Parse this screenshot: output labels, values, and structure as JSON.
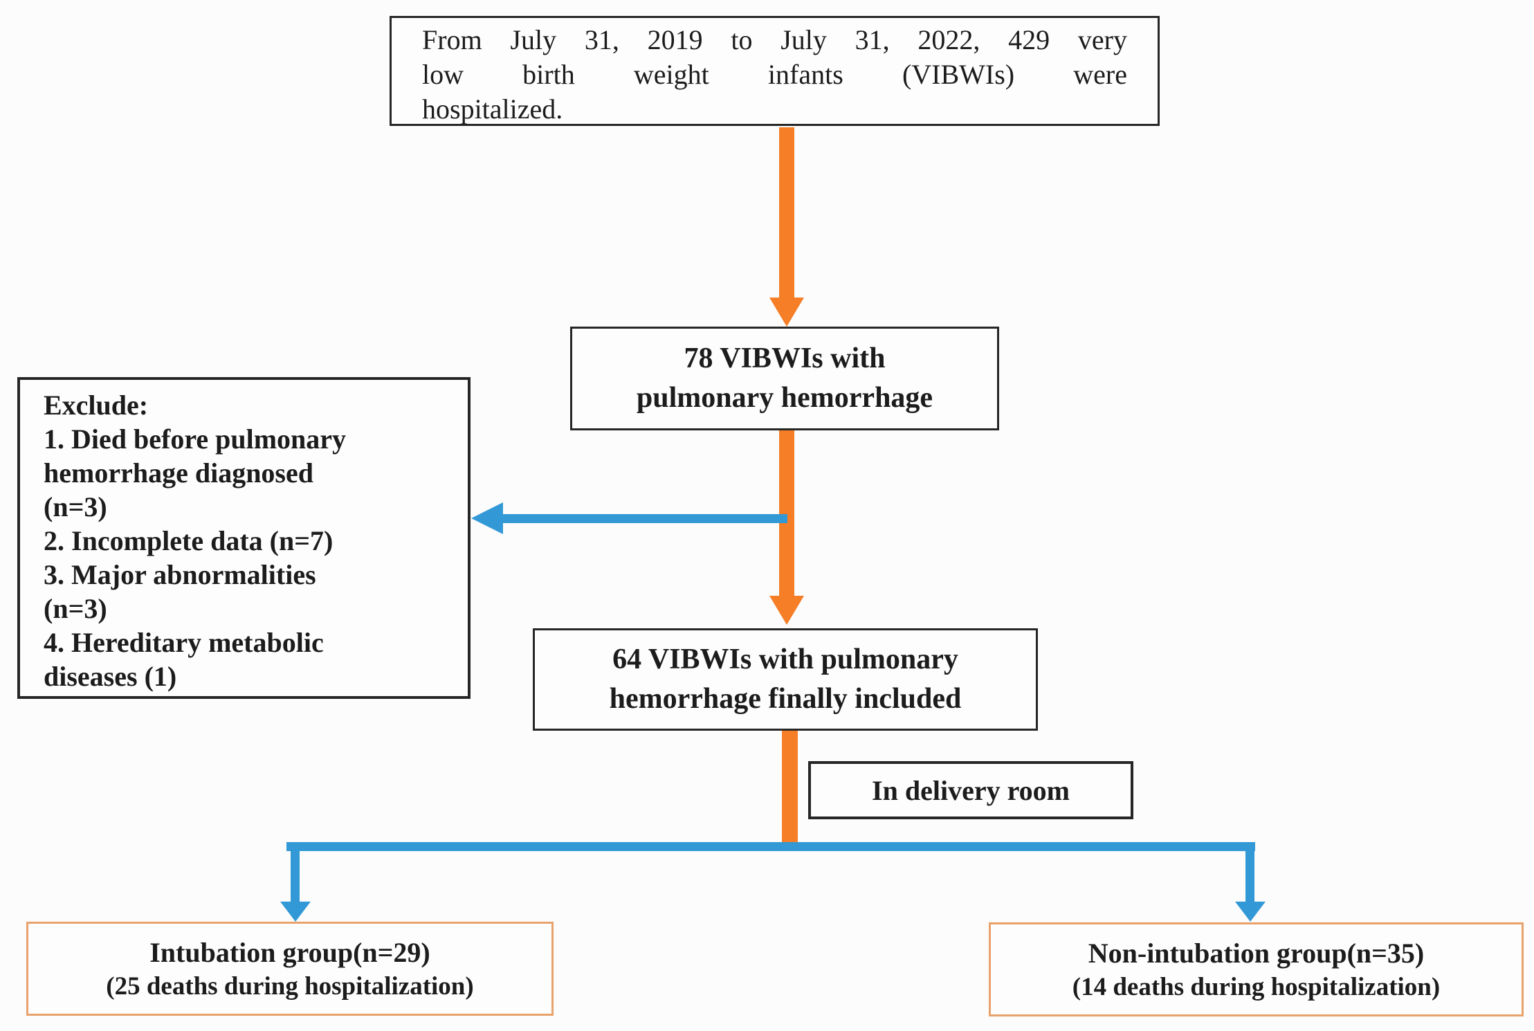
{
  "colors": {
    "arrow_orange": "#F57E27",
    "arrow_blue": "#3399D6",
    "box_border": "#262626",
    "group_box_border": "#E8A26B",
    "background": "#fcfcfc"
  },
  "nodes": {
    "enrollment": {
      "lines": [
        "From July 31, 2019 to July 31, 2022, 429 very",
        "low birth weight infants (VIBWIs) were",
        "hospitalized."
      ]
    },
    "ph78": {
      "lines": [
        "78 VIBWIs with",
        "pulmonary hemorrhage"
      ]
    },
    "exclude": {
      "lines": [
        "Exclude:",
        "1. Died before pulmonary",
        "hemorrhage diagnosed",
        "(n=3)",
        "2. Incomplete data (n=7)",
        "3. Major abnormalities",
        "(n=3)",
        "4. Hereditary metabolic",
        "diseases (1)"
      ]
    },
    "ph64": {
      "lines": [
        "64 VIBWIs with pulmonary",
        "hemorrhage finally included"
      ]
    },
    "delivery": {
      "label": "In delivery room"
    },
    "intubation": {
      "title": "Intubation group(n=29)",
      "subtitle": "(25 deaths during hospitalization)"
    },
    "non_intubation": {
      "title": "Non-intubation group(n=35)",
      "subtitle": "(14 deaths during hospitalization)"
    }
  }
}
